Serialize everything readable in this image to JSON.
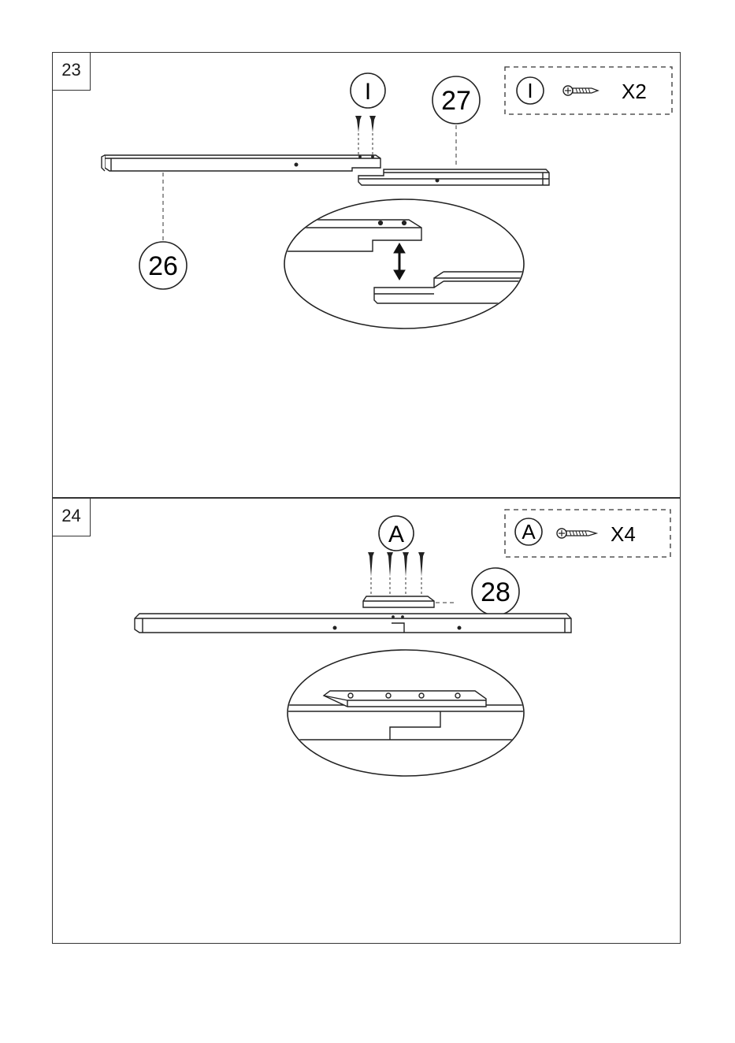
{
  "steps": [
    {
      "number": "23",
      "hardware": {
        "code": "I",
        "quantity": "X2"
      },
      "screw_label": "I",
      "parts": [
        "26",
        "27"
      ]
    },
    {
      "number": "24",
      "hardware": {
        "code": "A",
        "quantity": "X4"
      },
      "screw_label": "A",
      "parts": [
        "28"
      ]
    }
  ]
}
